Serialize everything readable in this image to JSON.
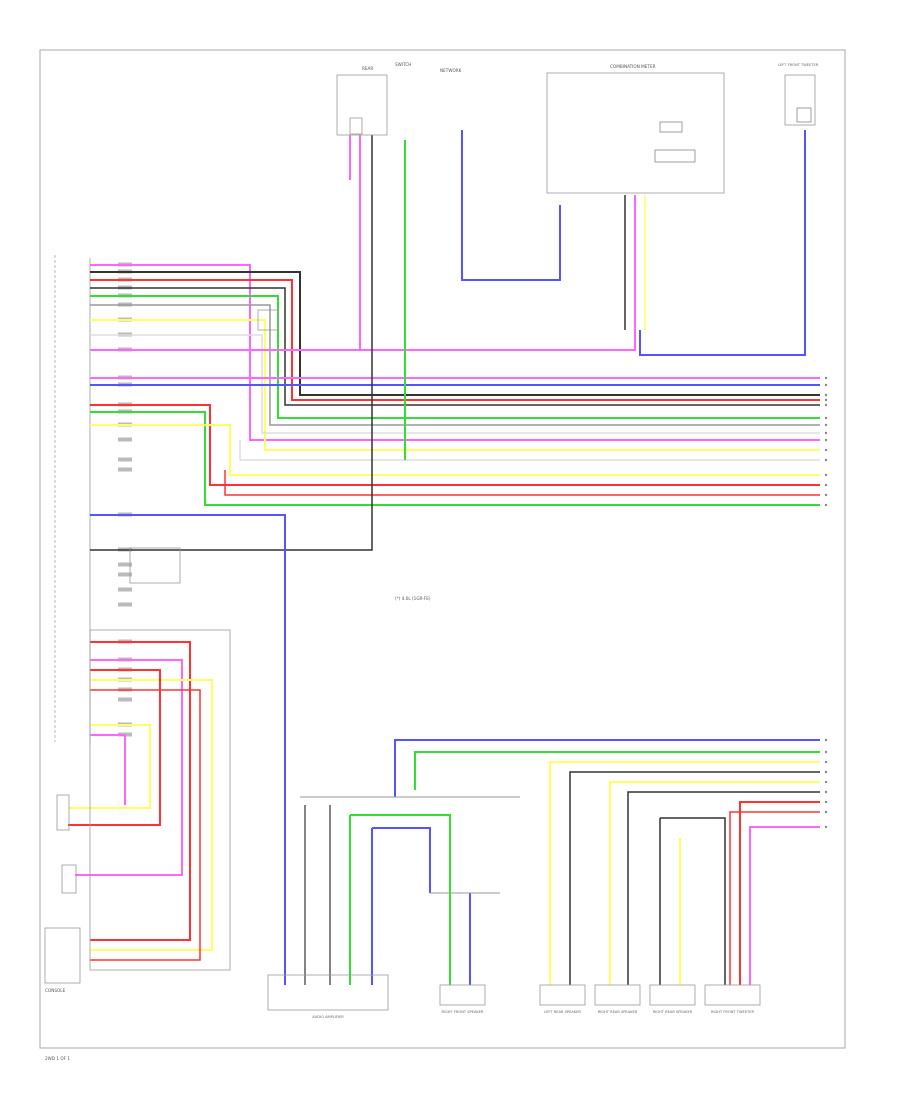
{
  "colors": {
    "pink": "#ff66ff",
    "black": "#333333",
    "red": "#ff3333",
    "green": "#33dd33",
    "yellow": "#ffff66",
    "blue": "#5555ff",
    "gray": "#999999",
    "white": "#dddddd"
  },
  "labels": {
    "combination_meter": "COMBINATION METER",
    "mid_note": "(*) 4.0L (1GR-FE)",
    "footer": "2WD 1 OF 1",
    "bottom_left": "CONSOLE",
    "right_speaker_top": "LEFT FRONT TWEETER",
    "bottom_units": [
      "AUDIO AMPLIFIER",
      "RIGHT FRONT SPEAKER",
      "LEFT REAR SPEAKER",
      "RIGHT REAR SPEAKER",
      "RIGHT REAR SPEAKER",
      "RIGHT FRONT TWEETER"
    ]
  }
}
